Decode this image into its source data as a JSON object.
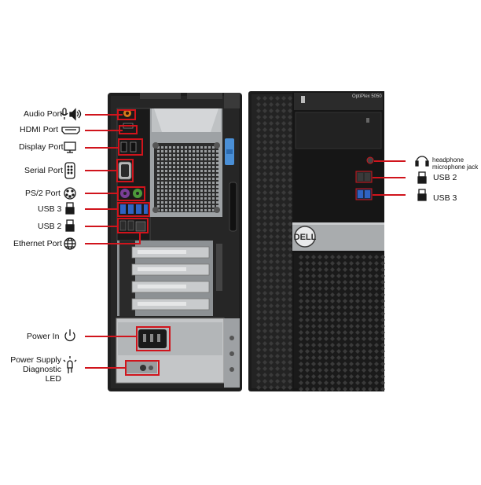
{
  "product": {
    "model_label": "OptiPlex 5050",
    "brand_logo": "DELL"
  },
  "colors": {
    "callout": "#d0141c",
    "chassis": "#1b1b1b",
    "chassis_light": "#2e2e2e",
    "metal": "#a9acae",
    "metal_dark": "#6f7275",
    "psu_metal": "#c4c6c8",
    "mesh": "#3a3a3a",
    "usb3_blue": "#2f63c4",
    "ps2_purple": "#7a3e97",
    "ps2_green": "#4c9a3a",
    "audio_orange": "#d77a1c",
    "sled_blue": "#4a8fd6",
    "icon": "#1a1a1a"
  },
  "rear_callouts": [
    {
      "label": "Audio Port",
      "icon": "microphone-speaker-icon"
    },
    {
      "label": "HDMI Port",
      "icon": "hdmi-icon"
    },
    {
      "label": "Display Port",
      "icon": "monitor-icon"
    },
    {
      "label": "Serial Port",
      "icon": "serial-port-icon"
    },
    {
      "label": "PS/2 Port",
      "icon": "ps2-connector-icon"
    },
    {
      "label": "USB 3",
      "icon": "usb-icon"
    },
    {
      "label": "USB 2",
      "icon": "usb-icon"
    },
    {
      "label": "Ethernet Port",
      "icon": "network-globe-icon"
    },
    {
      "label": "Power In",
      "icon": "power-icon"
    },
    {
      "label": "Power Supply\nDiagnostic LED",
      "icon": "led-icon"
    }
  ],
  "front_callouts": [
    {
      "label": "headphone\nmicrophone jack",
      "icon": "headset-icon"
    },
    {
      "label": "USB 2",
      "icon": "usb-icon"
    },
    {
      "label": "USB 3",
      "icon": "usb-icon"
    }
  ]
}
